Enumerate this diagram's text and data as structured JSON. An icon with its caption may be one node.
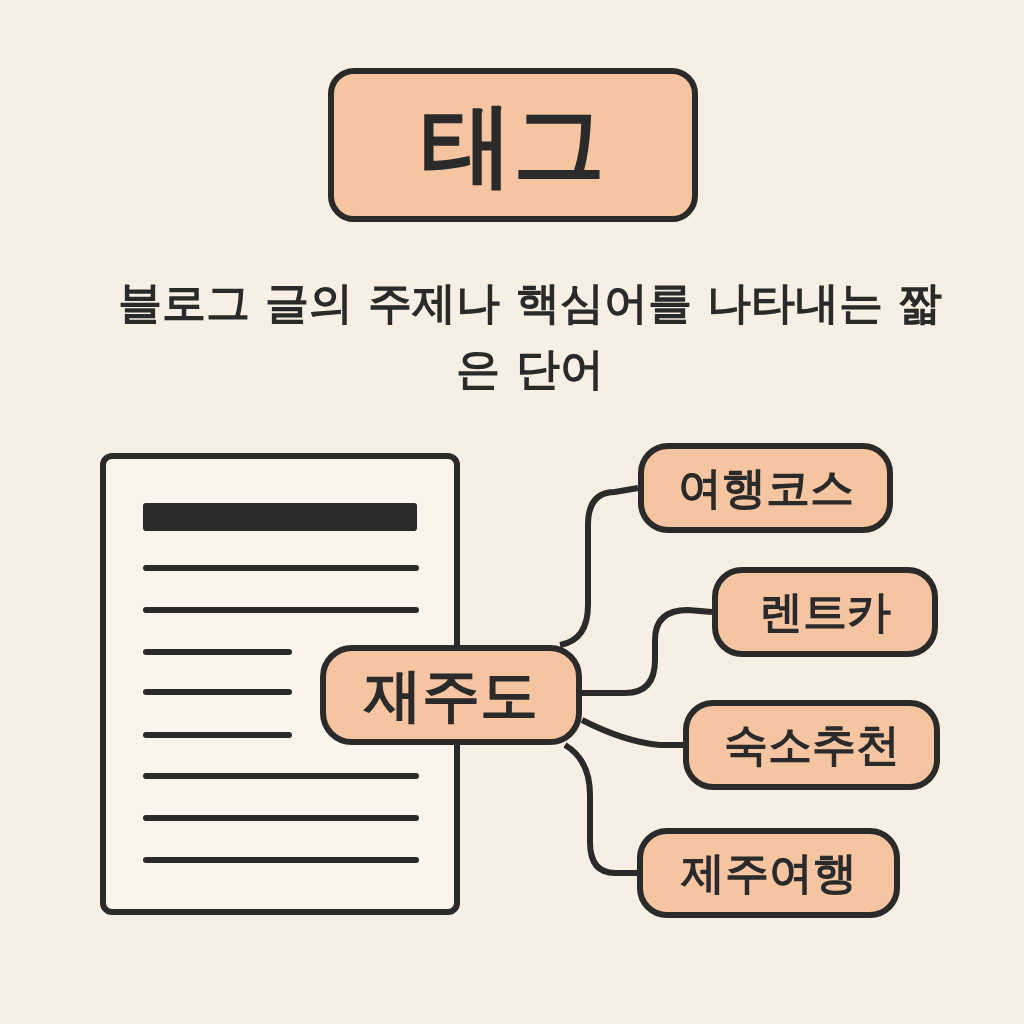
{
  "diagram": {
    "nodes": [
      {
        "text": [
          "태그"
        ]
      },
      {
        "text": [
          "재주도"
        ]
      },
      {
        "text": [
          "여행코스"
        ]
      },
      {
        "text": [
          "렌트카"
        ]
      },
      {
        "text": [
          "숙소추천"
        ]
      },
      {
        "text": [
          "제주여행"
        ]
      }
    ],
    "edges": [
      {
        "from": 1,
        "to": 2,
        "arrow": "none"
      },
      {
        "from": 1,
        "to": 3,
        "arrow": "none"
      },
      {
        "from": 1,
        "to": 4,
        "arrow": "none"
      },
      {
        "from": 1,
        "to": 5,
        "arrow": "none"
      }
    ],
    "labels": [
      "블로그 글의 주제나 핵심어를 나타내는 짧은 단어"
    ]
  }
}
